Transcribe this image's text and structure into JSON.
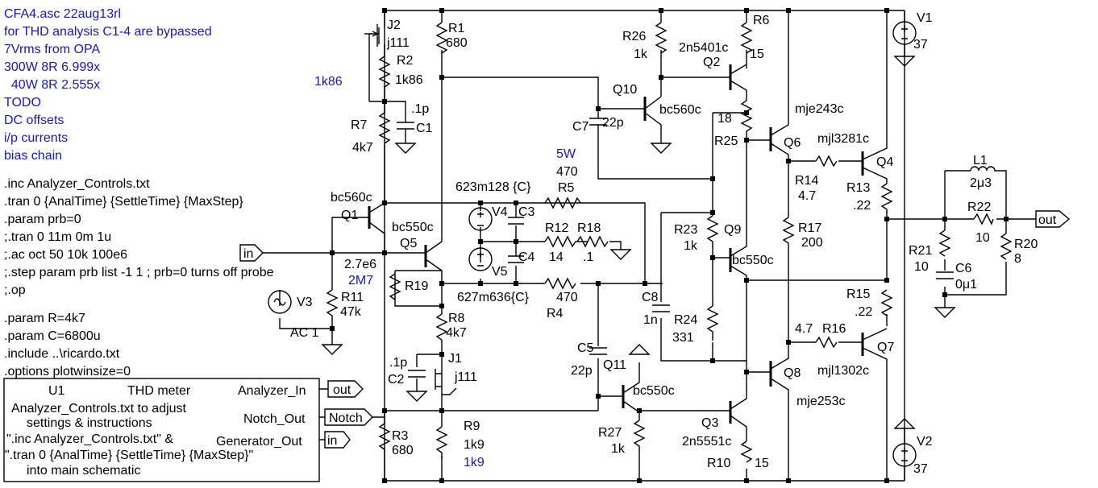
{
  "header_notes": [
    "CFA4.asc 22aug13rl",
    "for THD analysis C1-4 are bypassed",
    "7Vrms from OPA",
    "300W 8R 6.999x",
    "  40W 8R 2.555x",
    "TODO",
    "DC offsets",
    "i/p currents",
    "bias chain"
  ],
  "directives": [
    ".inc Analyzer_Controls.txt",
    ".tran 0 {AnalTime} {SettleTime} {MaxStep}",
    ".param prb=0",
    ";.tran 0 11m 0m 1u",
    ";.ac oct 50 10k 100e6",
    ";.step param prb list -1 1 ; prb=0 turns off probe",
    ";.op"
  ],
  "directives2": [
    ".param R=4k7",
    ".param C=6800u",
    ".include ..\\ricardo.txt",
    ".options plotwinsize=0"
  ],
  "analyzer_box": {
    "ref": "U1",
    "title": "THD meter",
    "desc": [
      "Analyzer_Controls.txt to adjust",
      "settings & instructions",
      "\".inc Analyzer_Controls.txt\" &",
      "\".tran 0 {AnalTime} {SettleTime} {MaxStep}\"",
      "into main schematic"
    ],
    "pins": [
      "Analyzer_In",
      "Notch_Out",
      "Generator_Out"
    ]
  },
  "ports": {
    "out_right": "out",
    "in_left": "in",
    "box_out": "out",
    "box_notch": "Notch",
    "box_in": "in"
  },
  "blue_labels": {
    "r2_alt": "1k86",
    "r5_power": "5W",
    "r11_alt": "2M7",
    "r9_alt": "1k9"
  },
  "components": {
    "j2": "J2",
    "j2v": "j111",
    "r2": "R2",
    "r2v": "1k86",
    "r1": "R1",
    "r1v": "680",
    "c1": "C1",
    "c1v": ".1p",
    "r7": "R7",
    "r7v": "4k7",
    "q1": "Q1",
    "q1v": "bc560c",
    "q5": "Q5",
    "q5v": "bc550c",
    "r11": "R11",
    "r11v": "47k",
    "r11p": "2.7e6",
    "v3": "V3",
    "v3v": "AC 1",
    "r19": "R19",
    "r8": "R8",
    "r8v": "4k7",
    "c2": "C2",
    "c2v": ".1p",
    "j1": "J1",
    "j1v": "j111",
    "r3": "R3",
    "r3v": "680",
    "r9": "R9",
    "r9v": "1k9",
    "r26": "R26",
    "r26v": "1k",
    "q10": "Q10",
    "q10v": "bc560c",
    "c7": "C7",
    "c7v": "22p",
    "v4": "V4",
    "v4v": "623m128 {C}",
    "v5": "V5",
    "v5v": "627m636{C}",
    "c3": "C3",
    "c4": "C4",
    "r5": "R5",
    "r5v": "470",
    "r12": "R12",
    "r12v": "14",
    "r18": "R18",
    "r18v": ".1",
    "r4": "R4",
    "r4v": "470",
    "c5": "C5",
    "c5v": "22p",
    "q11": "Q11",
    "q11v": "bc550c",
    "r27": "R27",
    "r27v": "1k",
    "r6": "R6",
    "r6v": "15",
    "q2": "Q2",
    "q2v": "2n5401c",
    "r25": "R25",
    "r25v": "18",
    "r23": "R23",
    "r23v": "1k",
    "q9": "Q9",
    "q9v": "bc550c",
    "c8": "C8",
    "c8v": "1n",
    "r24": "R24",
    "r24v": "331",
    "q3": "Q3",
    "q3v": "2n5551c",
    "r10": "R10",
    "r10v": "15",
    "q6": "Q6",
    "q6v": "mje243c",
    "q8": "Q8",
    "q8v": "mje253c",
    "r17": "R17",
    "r17v": "200",
    "r14": "R14",
    "r14v": "4.7",
    "r16": "R16",
    "r16v": "4.7",
    "q4": "Q4",
    "q4v": "mjl3281c",
    "q7": "Q7",
    "q7v": "mjl1302c",
    "r13": "R13",
    "r13v": ".22",
    "r15": "R15",
    "r15v": ".22",
    "v1": "V1",
    "v1v": "37",
    "v2": "V2",
    "v2v": "37",
    "l1": "L1",
    "l1v": "2μ3",
    "r22": "R22",
    "r22v": "10",
    "r21": "R21",
    "r21v": "10",
    "c6": "C6",
    "c6v": "0μ1",
    "r20": "R20",
    "r20v": "8"
  }
}
